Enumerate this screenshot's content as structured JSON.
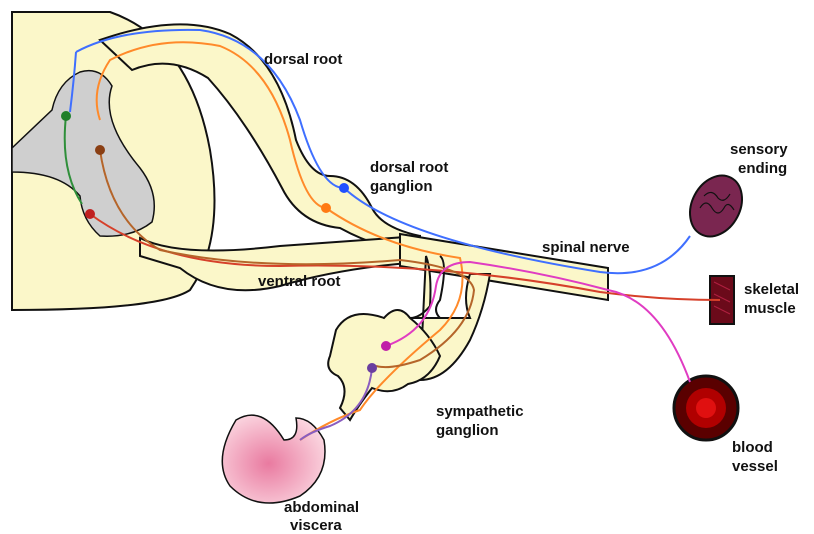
{
  "labels": {
    "dorsal_root": "dorsal root",
    "dorsal_root_ganglion_1": "dorsal root",
    "dorsal_root_ganglion_2": "ganglion",
    "sensory_ending_1": "sensory",
    "sensory_ending_2": "ending",
    "spinal_nerve": "spinal nerve",
    "skeletal_muscle_1": "skeletal",
    "skeletal_muscle_2": "muscle",
    "ventral_root": "ventral root",
    "sympathetic_ganglion_1": "sympathetic",
    "sympathetic_ganglion_2": "ganglion",
    "blood_vessel_1": "blood",
    "blood_vessel_2": "vessel",
    "abdominal_viscera_1": "abdominal",
    "abdominal_viscera_2": "viscera"
  },
  "colors": {
    "tissue": "#fbf7c9",
    "outline": "#111111",
    "gray_matter": "#cfcfcf",
    "sensory_somatic": "#3f6fff",
    "sensory_visceral": "#ff8a2a",
    "motor_somatic": "#d6402a",
    "preganglionic": "#b5652a",
    "postganglionic": "#e03cc2",
    "interneuron": "#2f8f3a",
    "visceral_efferent": "#8a5ec0",
    "sensory_ending_fill": "#7a2650",
    "blood_vessel_outer": "#5a0000",
    "blood_vessel_inner": "#e01010",
    "muscle_fill": "#6b0a1a",
    "viscera_fill": "#f7c3d0"
  }
}
